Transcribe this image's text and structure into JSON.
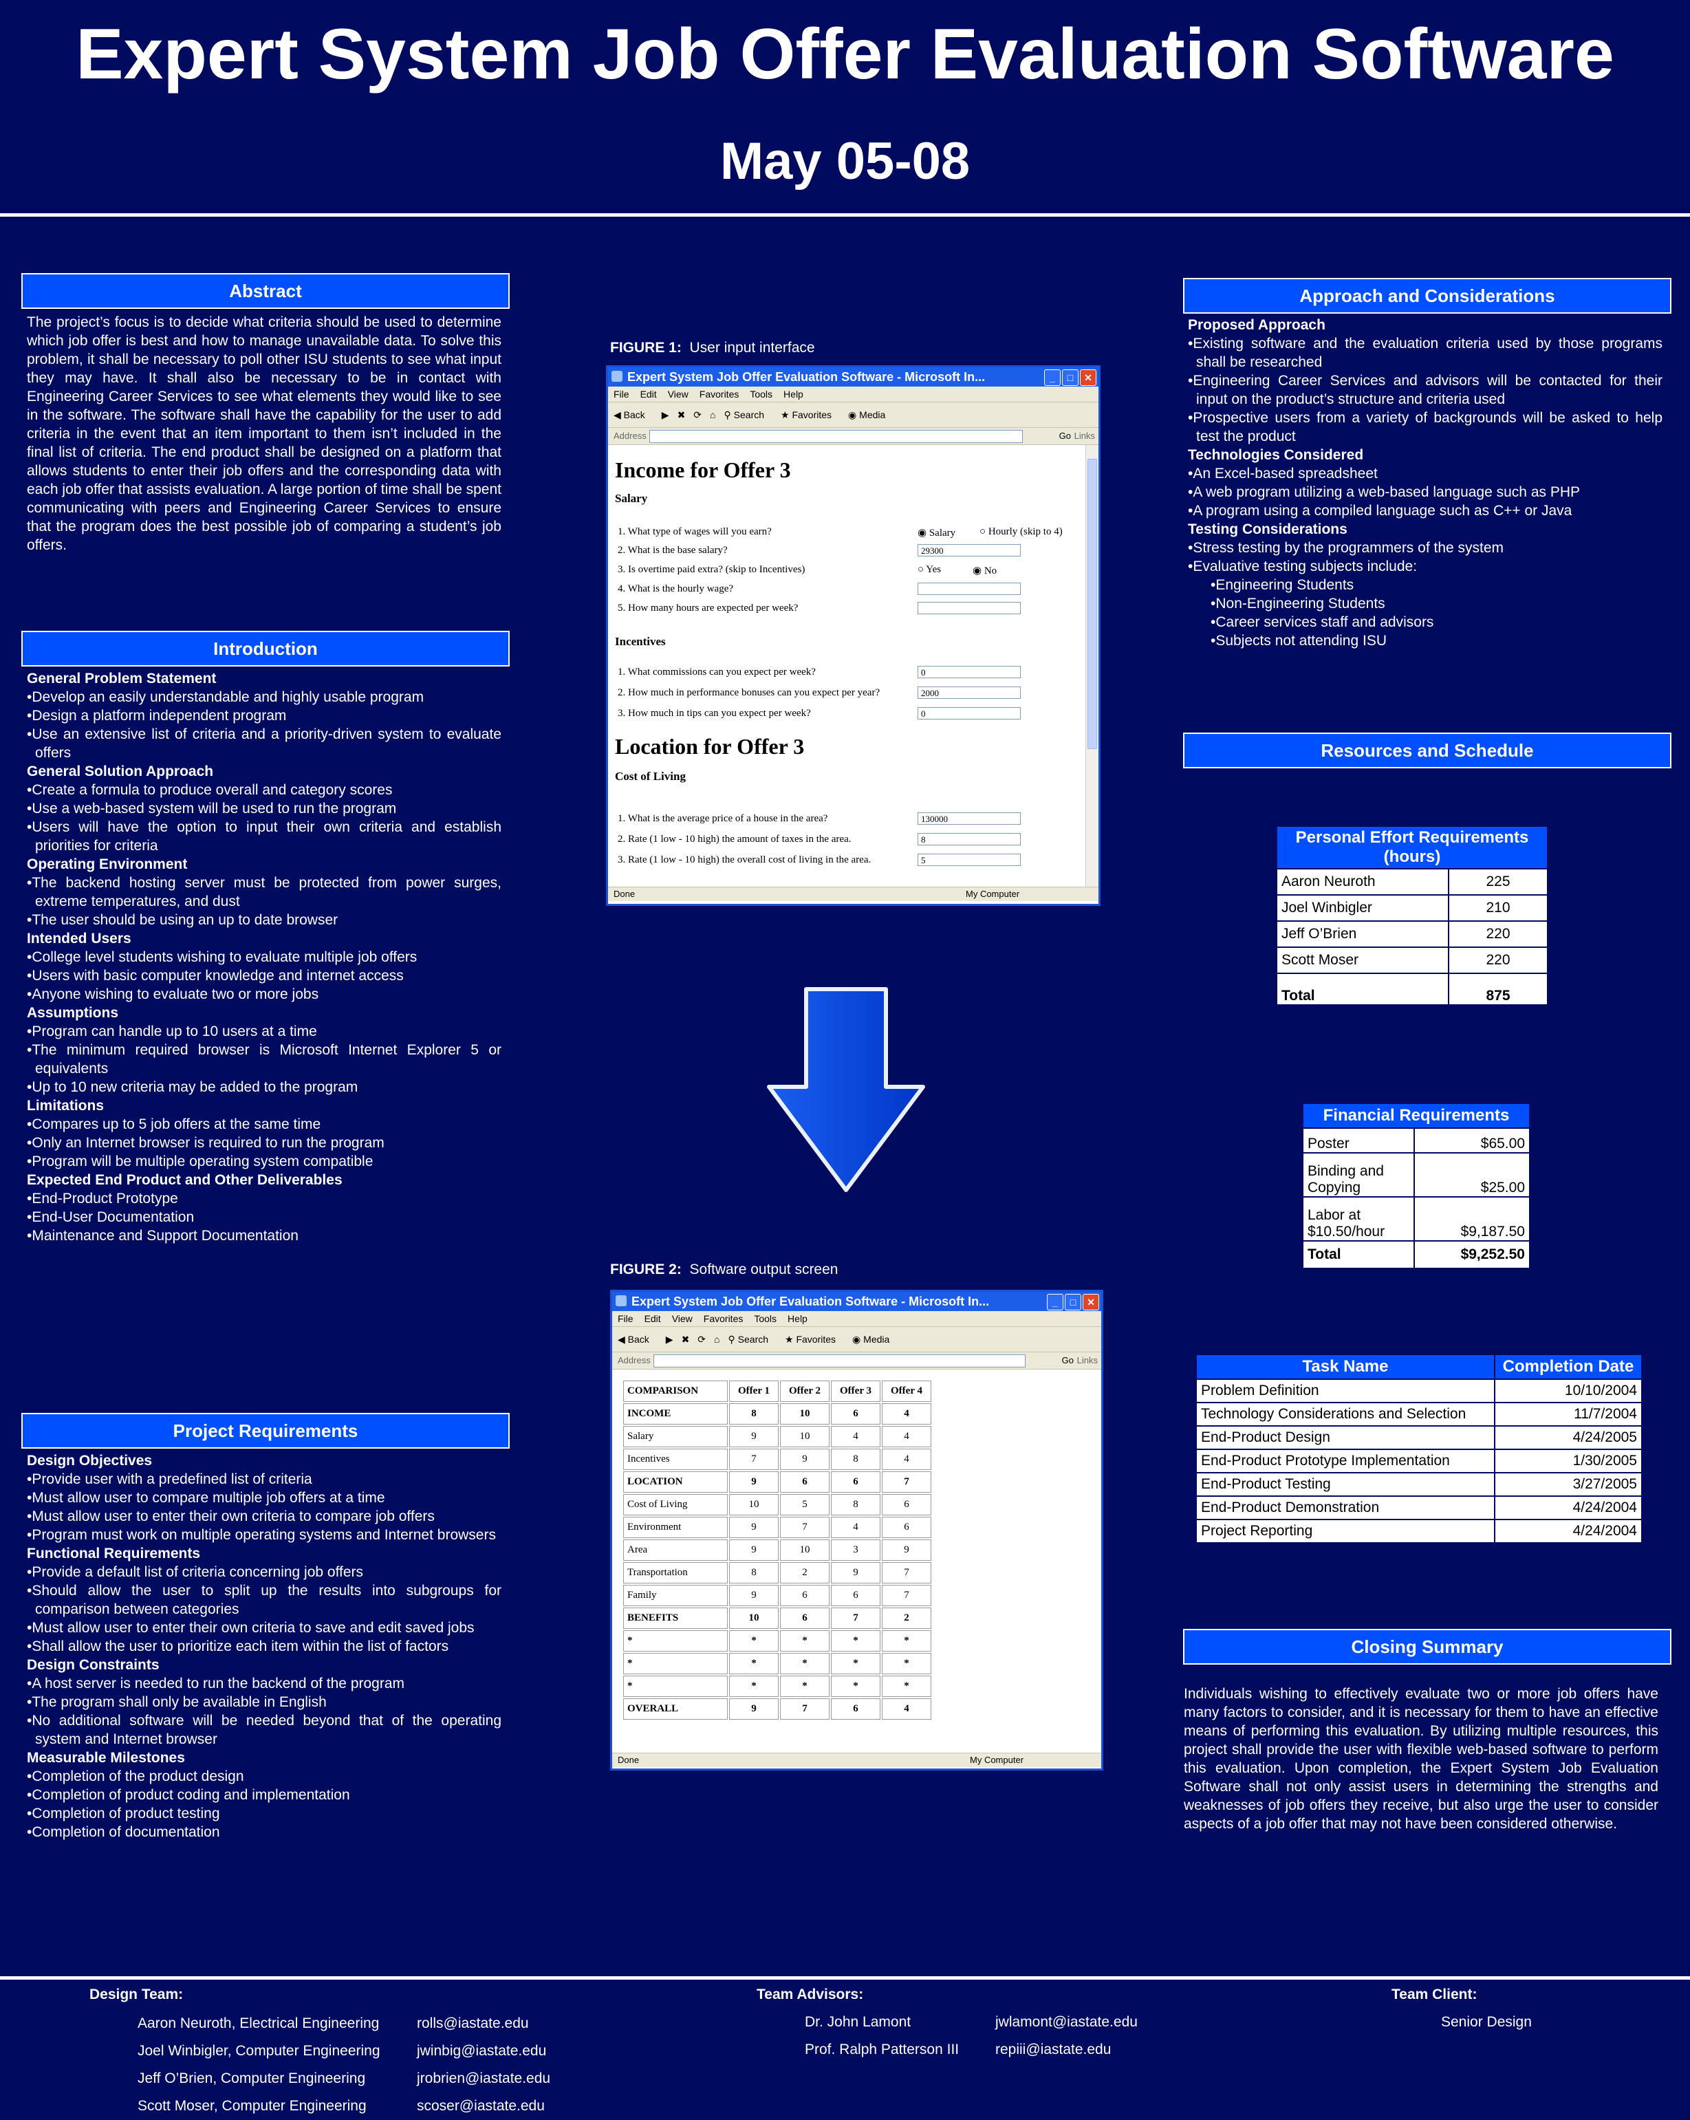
{
  "header": {
    "title": "Expert System Job Offer Evaluation Software",
    "subtitle": "May 05-08"
  },
  "abstract": {
    "heading": "Abstract",
    "text": "The project’s focus is to decide what criteria should be used to determine which job offer is best and how to manage unavailable data.  To solve this problem, it shall be necessary to poll other ISU students to see what input they may have.  It shall also be necessary to be in contact with Engineering Career Services to see what elements they would like to see in the software.  The software shall have the capability for the user to add criteria in the event that an item important to them isn’t included in the final list of criteria.  The end product shall be designed on a platform that allows students to enter their job offers and the corresponding data with each job offer that assists evaluation.  A large portion of time shall be spent communicating with peers and Engineering Career Services to ensure that the program does the best possible job of comparing a student’s job offers."
  },
  "introduction": {
    "heading": "Introduction",
    "sections": [
      {
        "title": "General Problem Statement",
        "items": [
          "•Develop an easily understandable  and highly usable program",
          "•Design a platform independent program",
          "•Use an extensive list of criteria and a priority-driven  system to evaluate offers"
        ]
      },
      {
        "title": "General Solution Approach",
        "items": [
          "•Create a formula to produce overall and category scores",
          "•Use a web-based system will be used to run the program",
          "•Users will have the option to input their own criteria and establish priorities for criteria"
        ]
      },
      {
        "title": "Operating Environment",
        "items": [
          "•The backend hosting server must be protected from power surges, extreme temperatures,  and dust",
          "•The user should be using an up to date browser"
        ]
      },
      {
        "title": "Intended Users",
        "items": [
          "•College level students wishing to evaluate multiple job offers",
          "•Users with basic computer knowledge and internet access",
          "•Anyone wishing to evaluate two or more jobs"
        ]
      },
      {
        "title": "Assumptions",
        "items": [
          "•Program can handle up to 10 users at a time",
          "•The minimum required browser is Microsoft Internet Explorer 5 or equivalents",
          "•Up to 10 new criteria may be added to the program"
        ]
      },
      {
        "title": "Limitations",
        "items": [
          "•Compares  up to 5 job offers at the same time",
          "•Only an Internet browser is required to run the program",
          "•Program will be multiple operating  system compatible"
        ]
      },
      {
        "title": "Expected End Product and Other Deliverables",
        "items": [
          "•End-Product  Prototype",
          "•End-User  Documentation",
          "•Maintenance  and Support Documentation"
        ]
      }
    ]
  },
  "requirements": {
    "heading": "Project Requirements",
    "sections": [
      {
        "title": "Design Objectives",
        "items": [
          "•Provide user with a predefined  list of criteria",
          "•Must allow user to compare multiple job offers at a time",
          "•Must allow user to enter their own criteria to compare job offers",
          "•Program  must  work  on  multiple  operating  systems  and  Internet browsers"
        ]
      },
      {
        "title": "Functional  Requirements",
        "items": [
          "•Provide a default list of criteria concerning job offers",
          "•Should  allow  the  user  to  split  up  the  results  into  subgroups  for comparison between categories",
          "•Must  allow  user  to  enter  their  own  criteria  to  save  and  edit  saved jobs",
          "•Shall allow the user to prioritize each item within the list of factors"
        ]
      },
      {
        "title": "Design Constraints",
        "items": [
          "•A host server is needed to run the backend of the program",
          "•The program shall only be available in English",
          "•No additional software will be needed beyond that of the operating system and Internet browser"
        ]
      },
      {
        "title": "Measurable  Milestones",
        "items": [
          "•Completion  of the product design",
          "•Completion  of product coding and implementation",
          "•Completion  of product testing",
          "•Completion  of documentation"
        ]
      }
    ]
  },
  "figure1": {
    "caption_label": "FIGURE 1:",
    "caption_text": "User input interface",
    "window_title": "Expert System Job Offer Evaluation Software - Microsoft In...",
    "menu": [
      "File",
      "Edit",
      "View",
      "Favorites",
      "Tools",
      "Help"
    ],
    "toolbar": [
      "Back",
      "Search",
      "Favorites",
      "Media"
    ],
    "address_label": "Address",
    "go_label": "Go",
    "links_label": "Links",
    "heading1": "Income for Offer 3",
    "salary_heading": "Salary",
    "q1": "1. What type of wages will you earn?",
    "q1_opt1": "Salary",
    "q1_opt2": "Hourly (skip to 4)",
    "q2": "2. What is the base salary?",
    "q2_val": "29300",
    "q3": "3. Is overtime paid extra? (skip to Incentives)",
    "q3_opt1": "Yes",
    "q3_opt2": "No",
    "q4": "4. What is the hourly wage?",
    "q5": "5. How many hours are expected per week?",
    "incentives_heading": "Incentives",
    "i1": "1. What commissions can you expect per week?",
    "i1_val": "0",
    "i2": "2. How much in performance bonuses can you expect per year?",
    "i2_val": "2000",
    "i3": "3. How much in tips can you expect per week?",
    "i3_val": "0",
    "heading2": "Location for Offer 3",
    "col_heading": "Cost of Living",
    "l1": "1. What is the average price of a house in the area?",
    "l1_val": "130000",
    "l2": "2. Rate (1 low - 10 high) the amount of taxes in the area.",
    "l2_val": "8",
    "l3": "3. Rate (1 low - 10 high) the overall cost of living in the area.",
    "l3_val": "5",
    "status_done": "Done",
    "status_mc": "My Computer"
  },
  "figure2": {
    "caption_label": "FIGURE 2:",
    "caption_text": "Software output screen",
    "window_title": "Expert System Job Offer Evaluation Software - Microsoft In...",
    "menu": [
      "File",
      "Edit",
      "View",
      "Favorites",
      "Tools",
      "Help"
    ],
    "toolbar": [
      "Back",
      "Search",
      "Favorites",
      "Media"
    ],
    "address_label": "Address",
    "go_label": "Go",
    "links_label": "Links",
    "header_row": [
      "COMPARISON",
      "Offer 1",
      "Offer 2",
      "Offer 3",
      "Offer 4"
    ],
    "rows": [
      {
        "bold": true,
        "cells": [
          "INCOME",
          "8",
          "10",
          "6",
          "4"
        ]
      },
      {
        "bold": false,
        "cells": [
          "Salary",
          "9",
          "10",
          "4",
          "4"
        ]
      },
      {
        "bold": false,
        "cells": [
          "Incentives",
          "7",
          "9",
          "8",
          "4"
        ]
      },
      {
        "bold": true,
        "cells": [
          "LOCATION",
          "9",
          "6",
          "6",
          "7"
        ]
      },
      {
        "bold": false,
        "cells": [
          "Cost of Living",
          "10",
          "5",
          "8",
          "6"
        ]
      },
      {
        "bold": false,
        "cells": [
          "Environment",
          "9",
          "7",
          "4",
          "6"
        ]
      },
      {
        "bold": false,
        "cells": [
          "Area",
          "9",
          "10",
          "3",
          "9"
        ]
      },
      {
        "bold": false,
        "cells": [
          "Transportation",
          "8",
          "2",
          "9",
          "7"
        ]
      },
      {
        "bold": false,
        "cells": [
          "Family",
          "9",
          "6",
          "6",
          "7"
        ]
      },
      {
        "bold": true,
        "cells": [
          "BENEFITS",
          "10",
          "6",
          "7",
          "2"
        ]
      },
      {
        "bold": true,
        "cells": [
          "*",
          "*",
          "*",
          "*",
          "*"
        ]
      },
      {
        "bold": true,
        "cells": [
          "*",
          "*",
          "*",
          "*",
          "*"
        ]
      },
      {
        "bold": true,
        "cells": [
          "*",
          "*",
          "*",
          "*",
          "*"
        ]
      },
      {
        "bold": true,
        "cells": [
          "OVERALL",
          "9",
          "7",
          "6",
          "4"
        ]
      }
    ],
    "status_done": "Done",
    "status_mc": "My Computer"
  },
  "approach": {
    "heading": "Approach and Considerations",
    "sections": [
      {
        "title": "Proposed Approach",
        "items": [
          "•Existing software and the evaluation criteria used by those programs shall be researched",
          "•Engineering Career Services and advisors will be contacted for their input on the product’s structure and criteria used",
          "•Prospective  users  from  a  variety  of  backgrounds  will  be  asked  to help test the product"
        ]
      },
      {
        "title": "Technologies  Considered",
        "items": [
          "•An Excel-based spreadsheet",
          "•A web program  utilizing a web-based language such as PHP",
          "•A program  using a compiled language such as C++ or Java"
        ]
      },
      {
        "title": "Testing  Considerations",
        "items": [
          "•Stress testing by the programmers  of the system",
          "•Evaluative testing subjects include:"
        ],
        "subitems": [
          "•Engineering  Students",
          "•Non-Engineering  Students",
          "•Career services staff and advisors",
          "•Subjects not attending ISU"
        ]
      }
    ]
  },
  "resources": {
    "heading": "Resources and Schedule",
    "effort": {
      "header": "Personal Effort Requirements (hours)",
      "rows": [
        [
          "Aaron Neuroth",
          "225"
        ],
        [
          "Joel Winbigler",
          "210"
        ],
        [
          "Jeff O’Brien",
          "220"
        ],
        [
          "Scott Moser",
          "220"
        ]
      ],
      "total": [
        "Total",
        "875"
      ]
    },
    "financial": {
      "header": "Financial Requirements",
      "rows": [
        [
          "Poster",
          "$65.00"
        ],
        [
          "Binding and Copying",
          "$25.00"
        ],
        [
          "Labor at $10.50/hour",
          "$9,187.50"
        ]
      ],
      "total": [
        "Total",
        "$9,252.50"
      ]
    },
    "schedule": {
      "headers": [
        "Task Name",
        "Completion Date"
      ],
      "rows": [
        [
          "Problem Definition",
          "10/10/2004"
        ],
        [
          "Technology Considerations  and Selection",
          "11/7/2004"
        ],
        [
          "End-Product Design",
          "4/24/2005"
        ],
        [
          "End-Product Prototype Implementation",
          "1/30/2005"
        ],
        [
          "End-Product Testing",
          "3/27/2005"
        ],
        [
          "End-Product Demonstration",
          "4/24/2004"
        ],
        [
          "Project Reporting",
          "4/24/2004"
        ]
      ]
    }
  },
  "closing": {
    "heading": "Closing Summary",
    "text": "Individuals wishing to effectively evaluate two or more job offers have many factors to consider, and it is necessary for them to have an effective means of performing this evaluation.  By utilizing multiple resources, this project shall provide the user with flexible web-based software to perform this evaluation.  Upon completion, the Expert System Job Evaluation Software shall not only assist users in determining the strengths and weaknesses of job offers they receive, but also urge the user to consider aspects of a job offer that may not have been considered otherwise."
  },
  "footer": {
    "team_label": "Design Team:",
    "team": [
      {
        "name": "Aaron Neuroth, Electrical Engineering",
        "email": "rolls@iastate.edu"
      },
      {
        "name": "Joel Winbigler, Computer Engineering",
        "email": "jwinbig@iastate.edu"
      },
      {
        "name": "Jeff O’Brien, Computer Engineering",
        "email": "jrobrien@iastate.edu"
      },
      {
        "name": "Scott Moser, Computer Engineering",
        "email": "scoser@iastate.edu"
      }
    ],
    "advisors_label": "Team  Advisors:",
    "advisors": [
      {
        "name": "Dr. John Lamont",
        "email": "jwlamont@iastate.edu"
      },
      {
        "name": "Prof. Ralph Patterson  III",
        "email": "repiii@iastate.edu"
      }
    ],
    "client_label": "Team Client:",
    "client": "Senior Design"
  }
}
